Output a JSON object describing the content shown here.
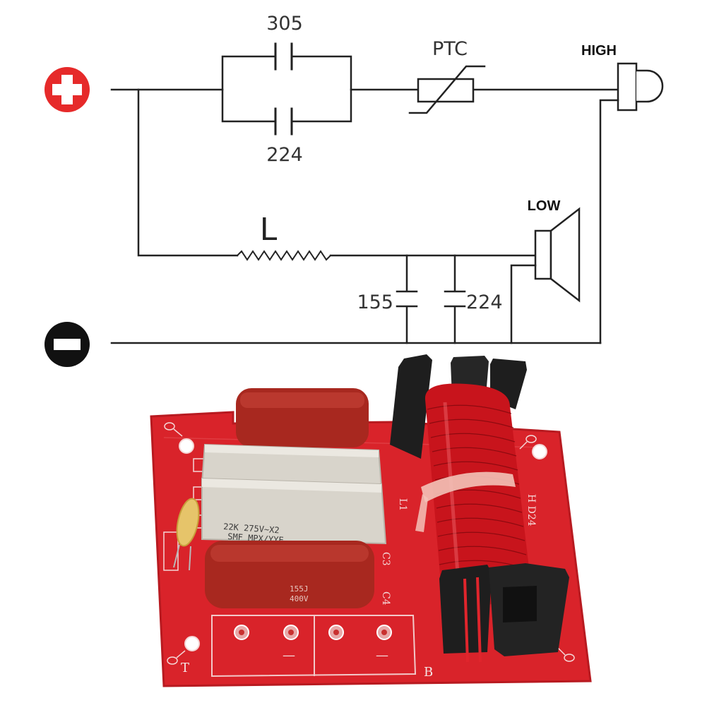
{
  "schematic": {
    "cap_series_top": "305",
    "cap_series_bottom": "224",
    "ptc": "PTC",
    "tweeter": "HIGH",
    "woofer": "LOW",
    "inductor": "L",
    "shunt_cap_1": "155",
    "shunt_cap_2": "224",
    "positive_symbol": "+",
    "negative_symbol": "−"
  },
  "board": {
    "silk_l1": "L1",
    "silk_c3": "C3",
    "silk_c4": "C4",
    "silk_t": "T",
    "silk_b": "B",
    "silk_side": "H D24",
    "cap_white_code": "22K 275V~X2",
    "cap_white_code2": "SMF MPX/YYE",
    "cap_red_code": "155J",
    "cap_red_code2": "400V",
    "terminal_minus": "—",
    "colors": {
      "pcb": "#d9232a",
      "pcb_dark": "#b81a20",
      "cap_red": "#a8281f",
      "cap_white": "#d8d4cb",
      "coil": "#c8141c",
      "bobbin": "#1e1e1e"
    }
  }
}
